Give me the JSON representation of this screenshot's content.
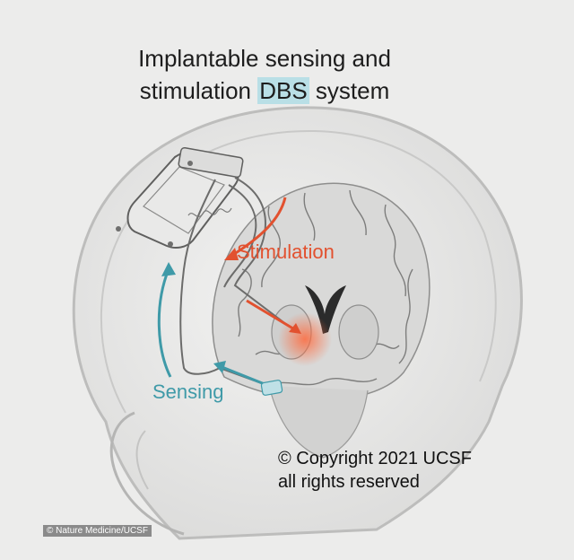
{
  "title": {
    "line1": "Implantable sensing and",
    "line2_prefix": "stimulation ",
    "line2_highlight": "DBS",
    "line2_suffix": " system"
  },
  "labels": {
    "stimulation": "Stimulation",
    "sensing": "Sensing"
  },
  "copyright": {
    "line1": "© Copyright 2021 UCSF",
    "line2": "all rights reserved"
  },
  "credit": "© Nature Medicine/UCSF",
  "colors": {
    "stimulation": "#e2512f",
    "sensing": "#3f9aa8",
    "dbs_highlight": "#b9dfe6",
    "background": "#ececeb"
  }
}
